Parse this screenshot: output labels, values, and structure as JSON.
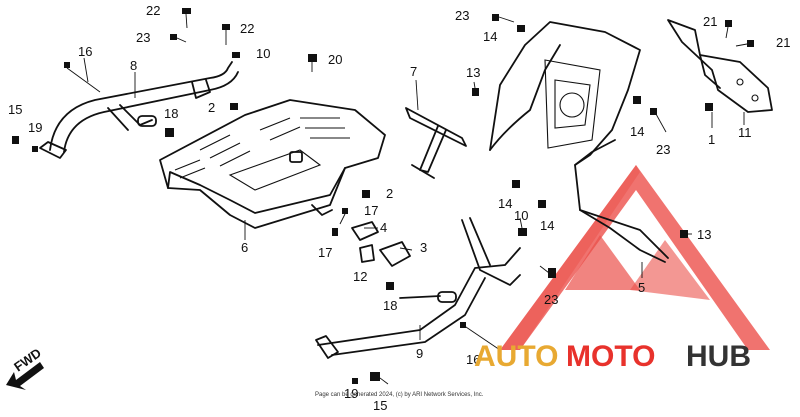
{
  "callouts": {
    "c1": "1",
    "c2a": "2",
    "c2b": "2",
    "c3": "3",
    "c4": "4",
    "c5": "5",
    "c6": "6",
    "c7": "7",
    "c8": "8",
    "c9": "9",
    "c10a": "10",
    "c10b": "10",
    "c11": "11",
    "c12": "12",
    "c13a": "13",
    "c13b": "13",
    "c14a": "14",
    "c14b": "14",
    "c14c": "14",
    "c14d": "14",
    "c15a": "15",
    "c15b": "15",
    "c16a": "16",
    "c16b": "16",
    "c17a": "17",
    "c17b": "17",
    "c18a": "18",
    "c18b": "18",
    "c19a": "19",
    "c19b": "19",
    "c20": "20",
    "c21a": "21",
    "c21b": "21",
    "c22a": "22",
    "c22b": "22",
    "c23a": "23",
    "c23b": "23",
    "c23c": "23",
    "c23d": "23"
  },
  "fwd_label": "FWD",
  "copyright": "Page can be generated 2024, (c) by ARI Network Services, Inc.",
  "watermark": {
    "part1": "AUTO",
    "part2": "MOTO",
    "part3": "HUB",
    "color_accent": "#e8322c",
    "color_gold": "#e8a932",
    "color_dark": "#333333"
  }
}
